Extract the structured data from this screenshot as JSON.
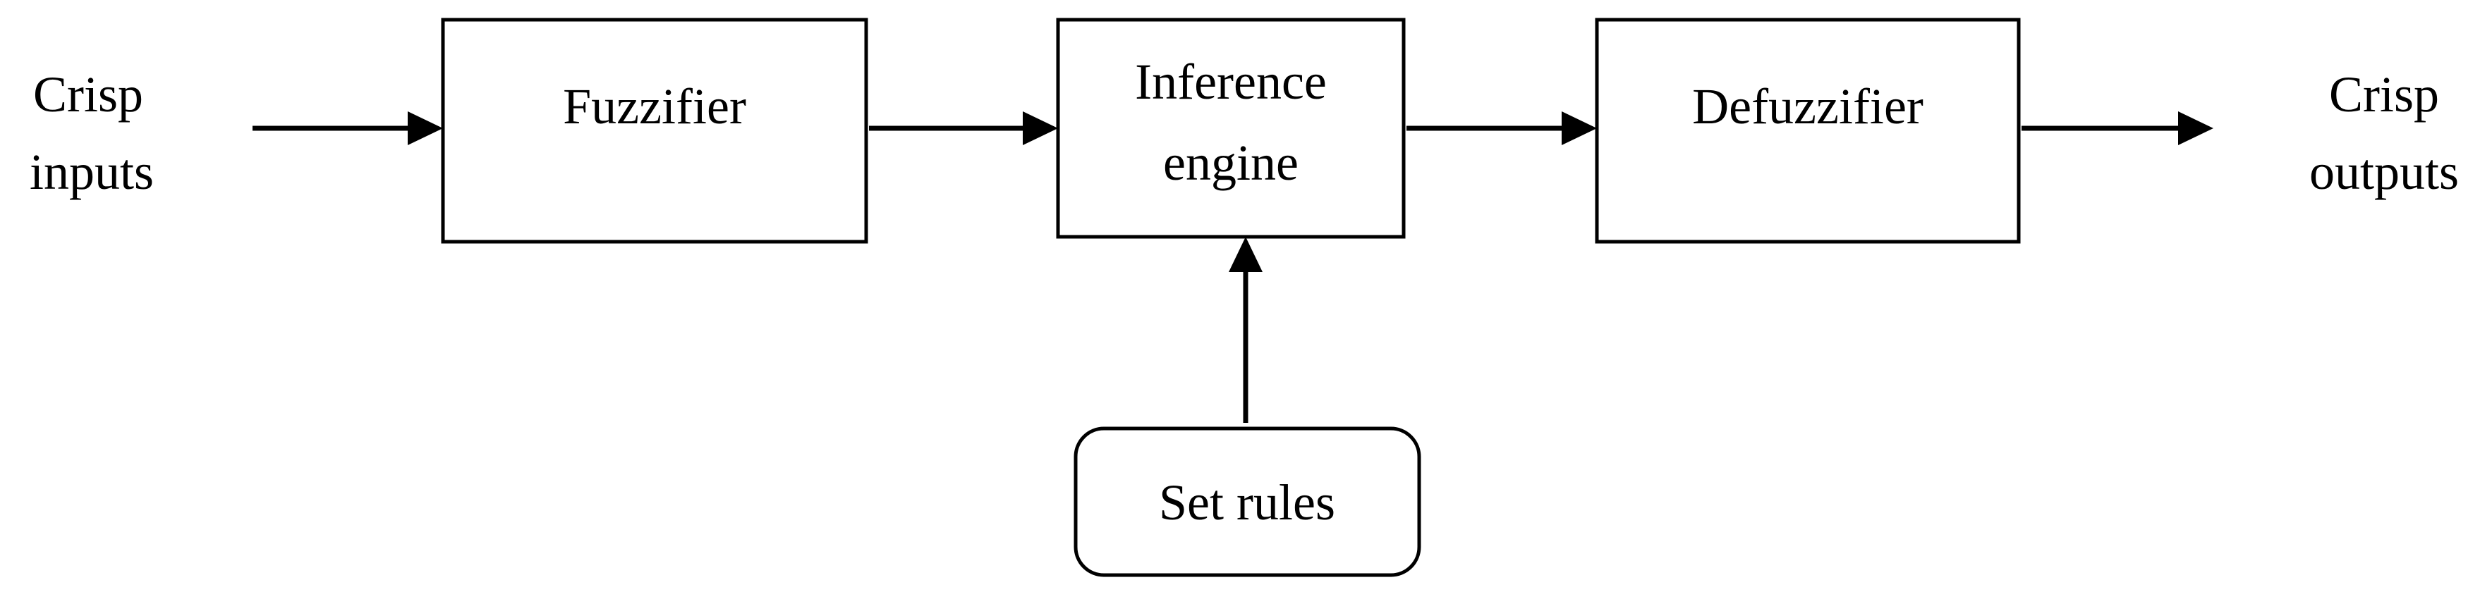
{
  "diagram": {
    "input_label": {
      "line1": "Crisp",
      "line2": "inputs"
    },
    "output_label": {
      "line1": "Crisp",
      "line2": "outputs"
    },
    "nodes": {
      "fuzzifier": {
        "label": "Fuzzifier"
      },
      "inference_engine": {
        "line1": "Inference",
        "line2": "engine"
      },
      "defuzzifier": {
        "label": "Defuzzifier"
      },
      "set_rules": {
        "label": "Set rules"
      }
    }
  },
  "colors": {
    "stroke": "#000000",
    "background": "#ffffff"
  }
}
